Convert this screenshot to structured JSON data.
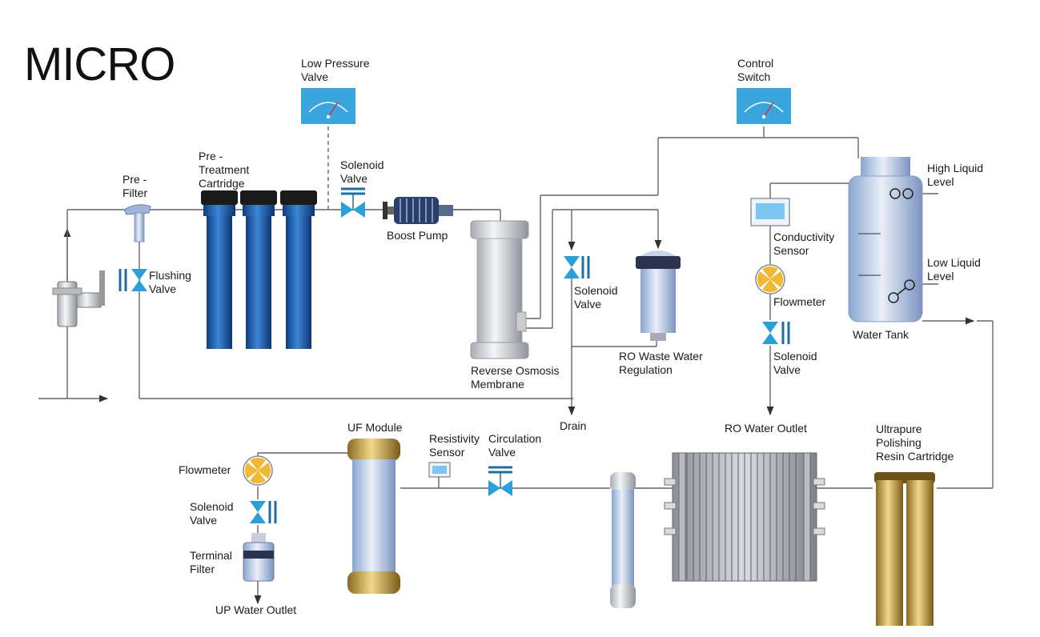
{
  "brand": "MICRO",
  "labels": {
    "low_pressure_valve": [
      "Low Pressure",
      "Valve"
    ],
    "control_switch": [
      "Control",
      "Switch"
    ],
    "pre_filter": [
      "Pre -",
      "Filter"
    ],
    "pre_treatment": [
      "Pre -",
      "Treatment",
      "Cartridge"
    ],
    "solenoid_top": [
      "Solenoid",
      "Valve"
    ],
    "boost_pump": [
      "Boost Pump"
    ],
    "flushing_valve": [
      "Flushing",
      "Valve"
    ],
    "ro_membrane": [
      "Reverse Osmosis",
      "Membrane"
    ],
    "solenoid_mid": [
      "Solenoid",
      "Valve"
    ],
    "ro_waste": [
      "RO Waste Water",
      "Regulation"
    ],
    "conductivity": [
      "Conductivity",
      "Sensor"
    ],
    "flowmeter_top": [
      "Flowmeter"
    ],
    "solenoid_right": [
      "Solenoid",
      "Valve"
    ],
    "high_level": [
      "High Liquid",
      "Level"
    ],
    "low_level": [
      "Low Liquid",
      "Level"
    ],
    "water_tank": [
      "Water Tank"
    ],
    "drain": [
      "Drain"
    ],
    "ro_outlet": [
      "RO Water Outlet"
    ],
    "uf_module": [
      "UF Module"
    ],
    "resistivity": [
      "Resistivity",
      "Sensor"
    ],
    "circulation": [
      "Circulation",
      "Valve"
    ],
    "ultrapure": [
      "Ultrapure",
      "Polishing",
      "Resin Cartridge"
    ],
    "flowmeter_bottom": [
      "Flowmeter"
    ],
    "solenoid_bottom": [
      "Solenoid",
      "Valve"
    ],
    "terminal_filter": [
      "Terminal",
      "Filter"
    ],
    "up_outlet": [
      "UP  Water Outlet"
    ]
  },
  "colors": {
    "line": "#555555",
    "gauge": "#3aa5dc",
    "filter_blue": "#1e5fb0",
    "valve": "#2a9fd8",
    "fan": "#f2b733",
    "gold": "#c9a24a"
  }
}
